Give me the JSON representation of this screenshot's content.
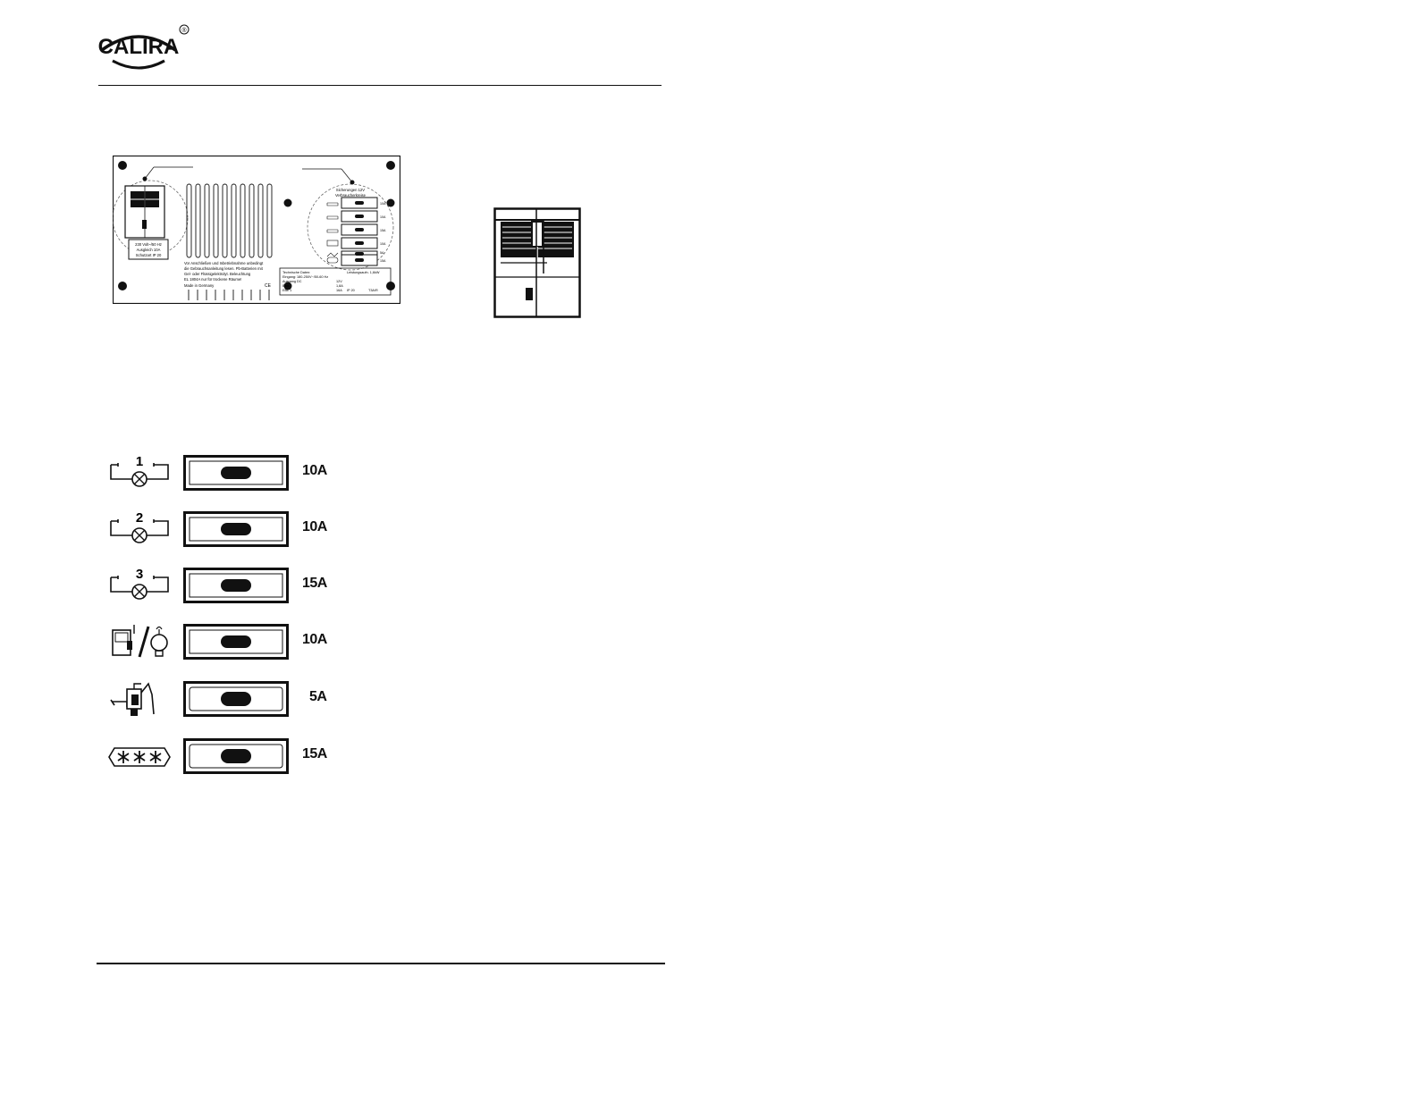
{
  "brand": {
    "logo_text": "CALIRA",
    "registered_mark": "®"
  },
  "panel": {
    "breaker_label_lines": [
      "230 Volt~/50 Hz",
      "Ausgleich 10A",
      "Schutzart IP 20"
    ],
    "fuse_header_lines": [
      "Sicherungen 12V",
      "Verbraucherkreise"
    ],
    "notice_lines": [
      "Vor Anschließen und Inbetriebnahme unbedingt",
      "die Gebrauchsanleitung lesen. Pb-Batterien mit",
      "Gel- oder Flüssigelektrolyt. Beleuchtung",
      "EL 1804A nur für trockene Räume!"
    ],
    "made_in": "Made in Germany",
    "ce_mark": "CE",
    "tech_data": {
      "heading": "Technische Daten:",
      "rows": [
        "Eingang: 180-250V~/50-60 Hz",
        "Ausgang DC",
        "Batt.",
        "EBL 1"
      ],
      "values": [
        "12V",
        "1,8A",
        "16A"
      ],
      "right_heading": "Leistungsaufn. 1,6kW",
      "ip_rating": "IP 20",
      "code": "T3A/R"
    },
    "fuse_ratings": [
      "10A",
      "10A",
      "15A",
      "10A",
      "5A",
      "15A"
    ]
  },
  "fuses": [
    {
      "icon": "lamp-circuit-1-icon",
      "number": "1",
      "rating": "10A"
    },
    {
      "icon": "lamp-circuit-2-icon",
      "number": "2",
      "rating": "10A"
    },
    {
      "icon": "lamp-circuit-3-icon",
      "number": "3",
      "rating": "15A"
    },
    {
      "icon": "fridge-lamp-icon",
      "number": "",
      "rating": "10A"
    },
    {
      "icon": "water-pump-icon",
      "number": "",
      "rating": "5A"
    },
    {
      "icon": "refrigerator-icon",
      "number": "",
      "rating": "15A"
    }
  ]
}
